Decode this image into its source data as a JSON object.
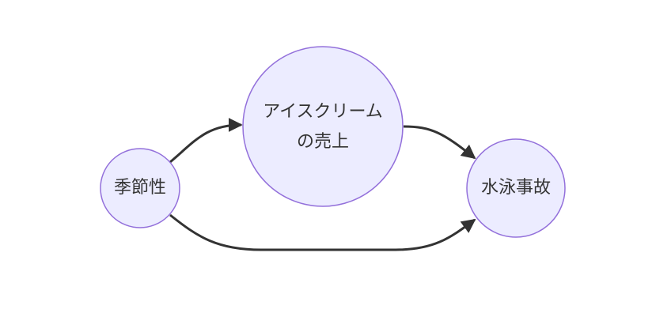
{
  "nodes": {
    "season": {
      "label": "季節性"
    },
    "icecream": {
      "line1": "アイスクリーム",
      "line2": "の売上"
    },
    "swimming": {
      "label": "水泳事故"
    }
  },
  "edges": [
    {
      "from": "季節性",
      "to": "アイスクリームの売上"
    },
    {
      "from": "アイスクリームの売上",
      "to": "水泳事故"
    },
    {
      "from": "季節性",
      "to": "水泳事故"
    }
  ],
  "colors": {
    "node_fill": "#ECECFF",
    "node_stroke": "#9370DB",
    "edge": "#333333"
  }
}
